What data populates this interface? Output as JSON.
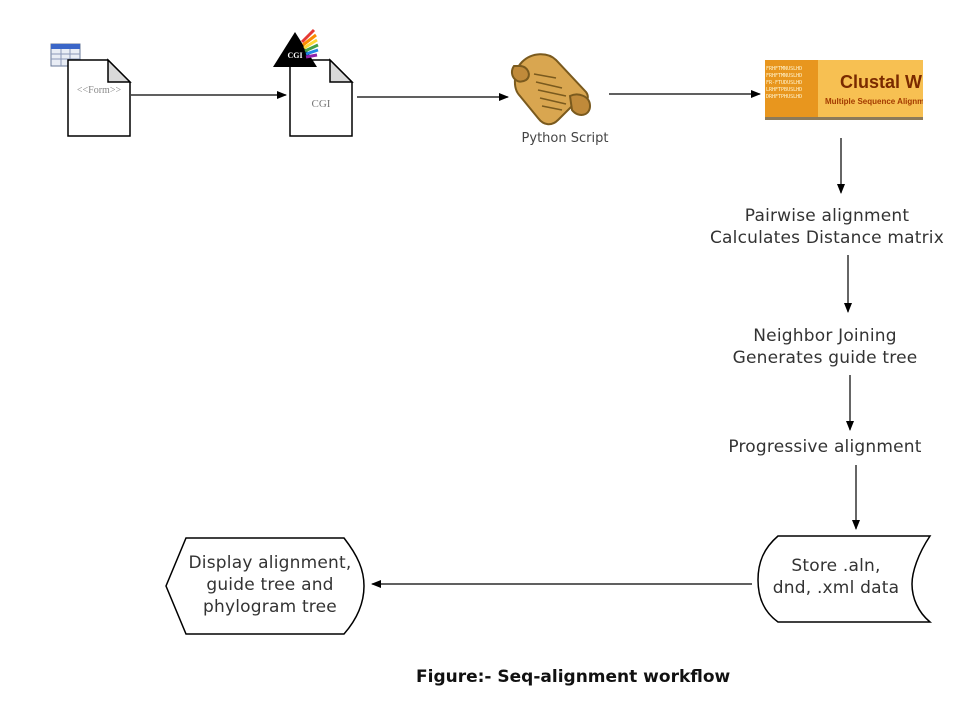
{
  "nodes": {
    "form": {
      "label": "<<Form>>"
    },
    "cgi": {
      "label": "CGI",
      "badge": "CGI"
    },
    "python": {
      "label": "Python Script"
    },
    "clustal": {
      "title": "Clustal W",
      "subtitle": "Multiple Sequence Alignm",
      "seq_lines": [
        "FRHFTMNUSLHD",
        "FRHFTMNUSLHD",
        "FR-FTUDUSLHD",
        "LRHFTPBUSLHD",
        "DRHFTPHUSLHD"
      ]
    },
    "pairwise": {
      "line1": "Pairwise alignment",
      "line2": "Calculates Distance matrix"
    },
    "nj": {
      "line1": "Neighbor Joining",
      "line2": "Generates guide tree"
    },
    "progressive": {
      "label": "Progressive alignment"
    },
    "store": {
      "line1": "Store .aln,",
      "line2": "dnd, .xml data"
    },
    "display": {
      "line1": "Display alignment,",
      "line2": "guide tree and",
      "line3": "phylogram tree"
    }
  },
  "caption": "Figure:- Seq-alignment workflow",
  "colors": {
    "clustal_bg": "#f7c052",
    "clustal_panel": "#e8961e",
    "clustal_title": "#7a2a00",
    "clustal_subtitle": "#a33a00",
    "scroll": "#d9a650"
  }
}
